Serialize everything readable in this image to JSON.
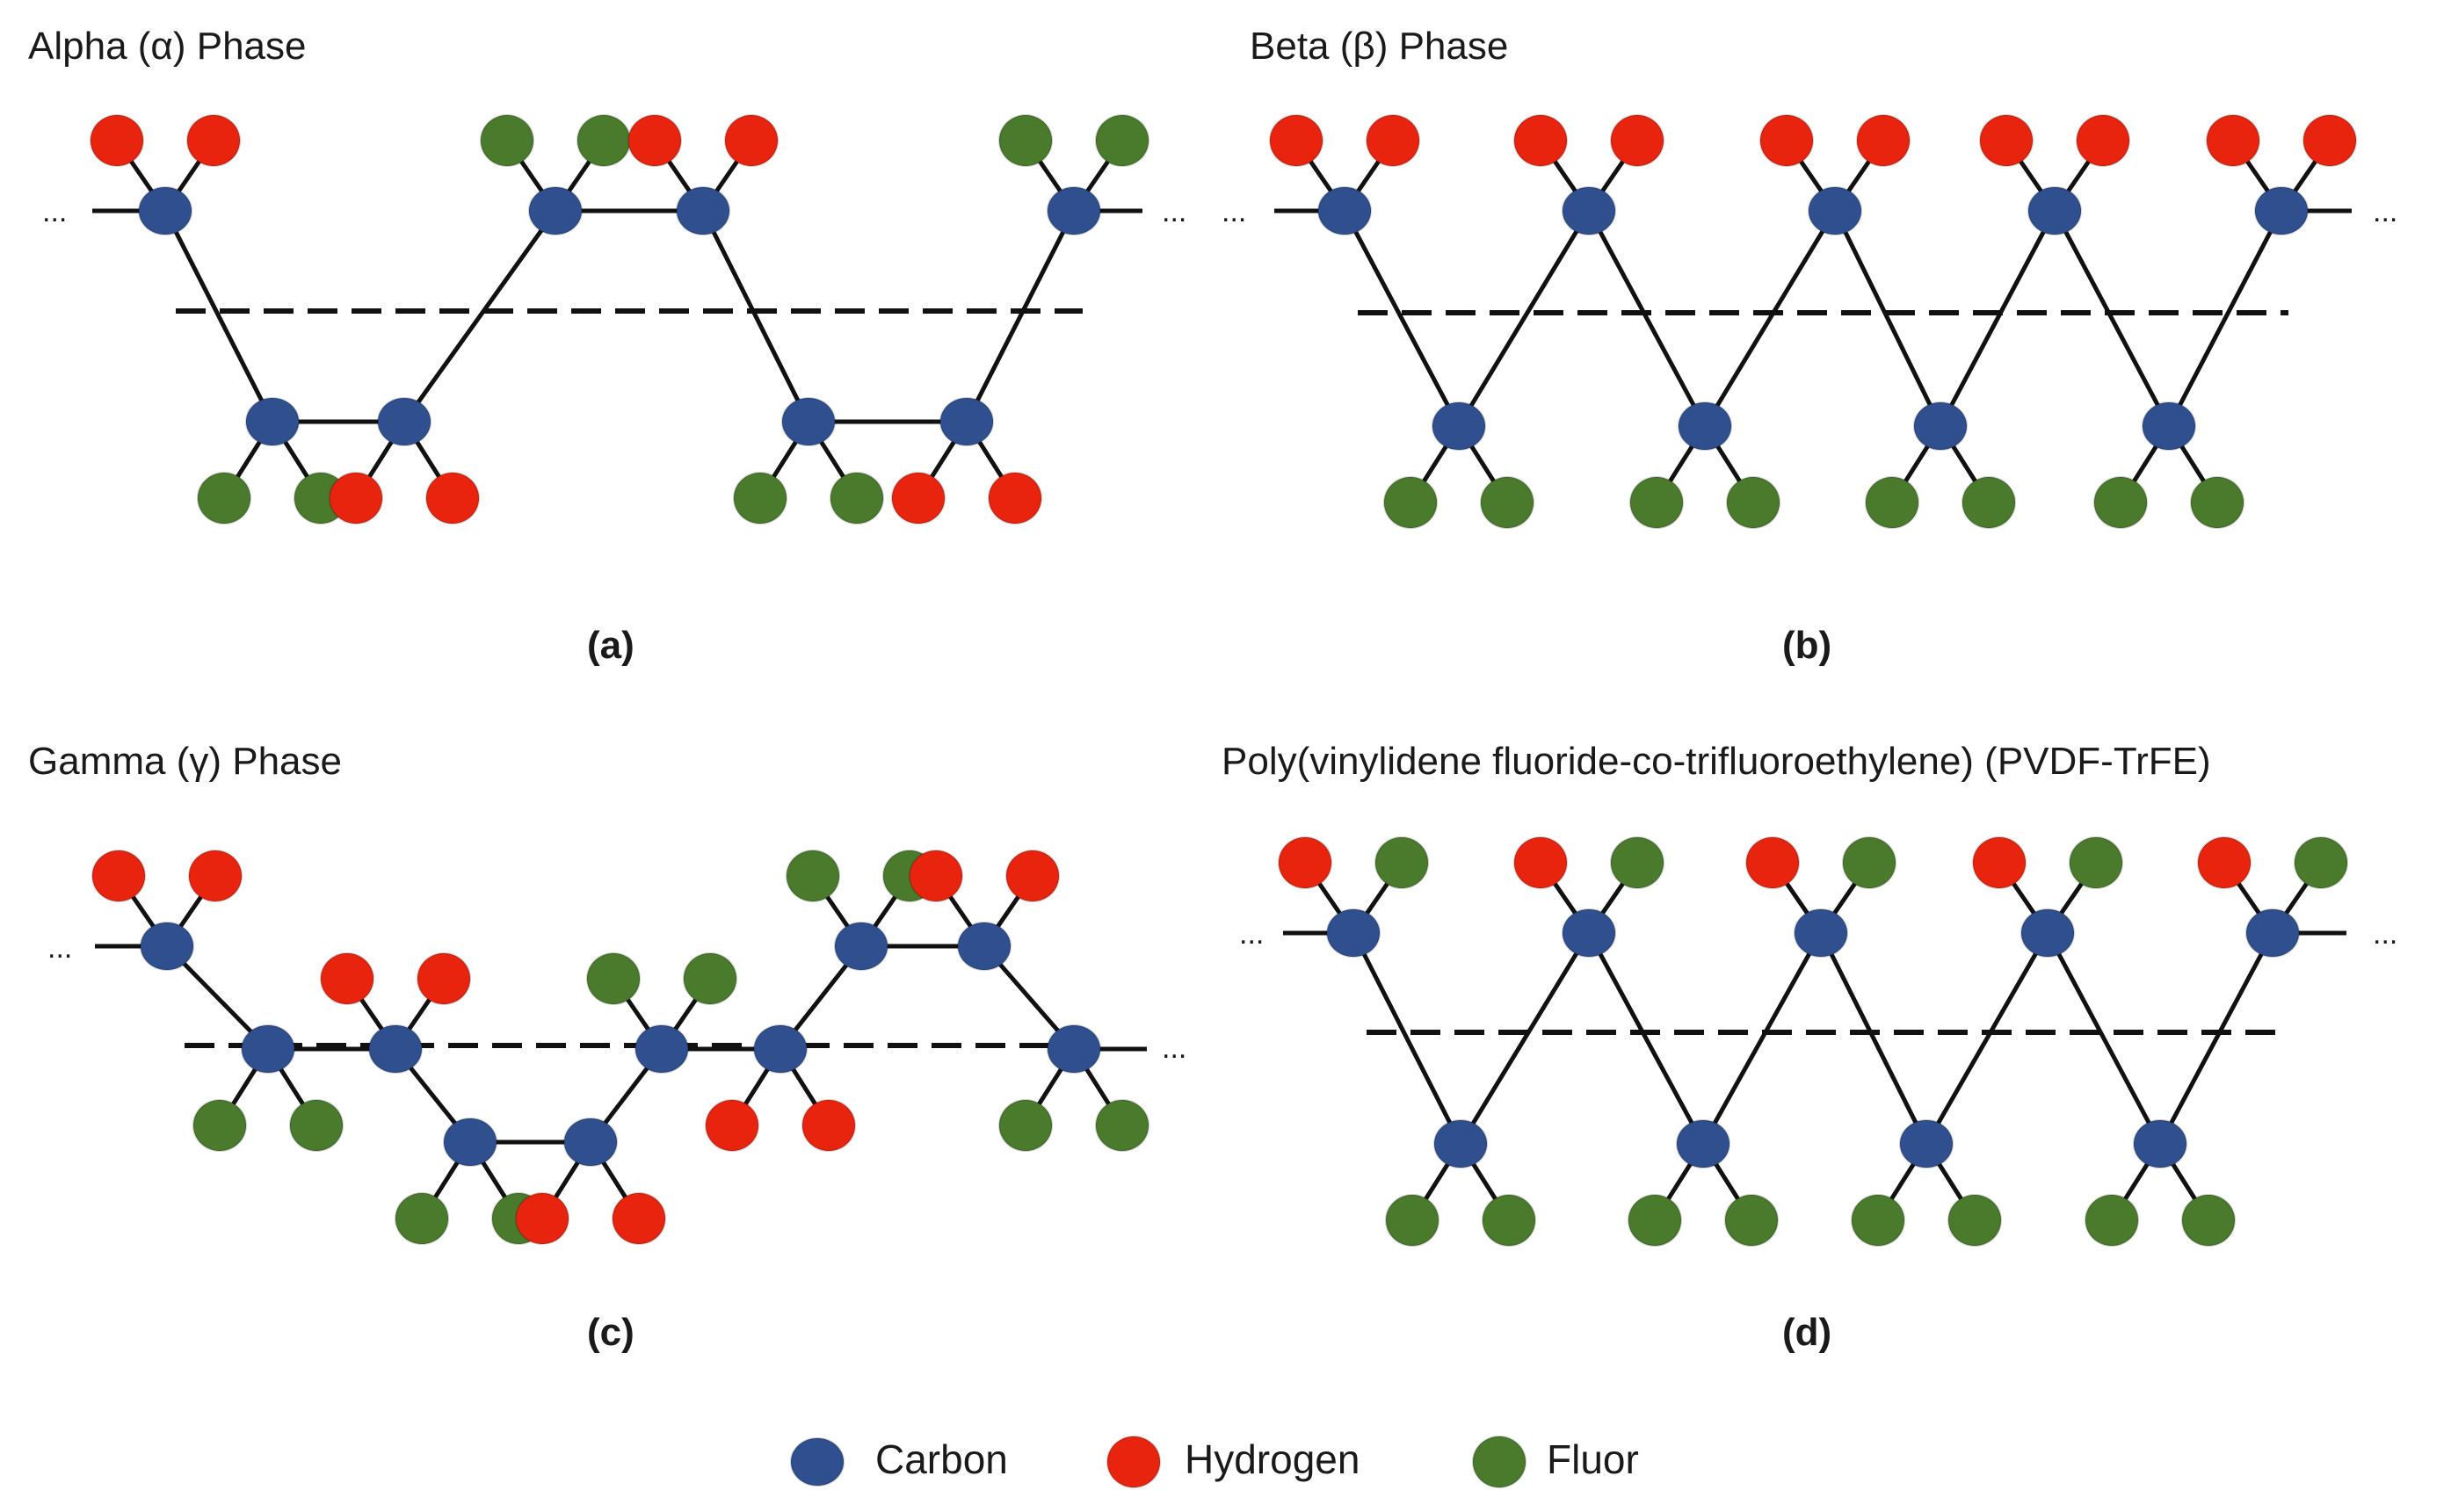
{
  "panels": {
    "a": {
      "title": "Alpha (α) Phase",
      "caption": "(a)"
    },
    "b": {
      "title": "Beta (β) Phase",
      "caption": "(b)"
    },
    "c": {
      "title": "Gamma (γ) Phase",
      "caption": "(c)"
    },
    "d": {
      "title": "Poly(vinylidene fluoride-co-trifluoroethylene) (PVDF-TrFE)",
      "caption": "(d)"
    }
  },
  "ellipsis": "...",
  "legend": [
    {
      "label": "Carbon",
      "color": "#2f4f8f"
    },
    {
      "label": "Hydrogen",
      "color": "#e8240f"
    },
    {
      "label": "Fluor",
      "color": "#4a7a2c"
    }
  ],
  "colors": {
    "carbon": "#2f4f8f",
    "hydrogen": "#e8240f",
    "fluor": "#4a7a2c",
    "bond": "#111111"
  }
}
